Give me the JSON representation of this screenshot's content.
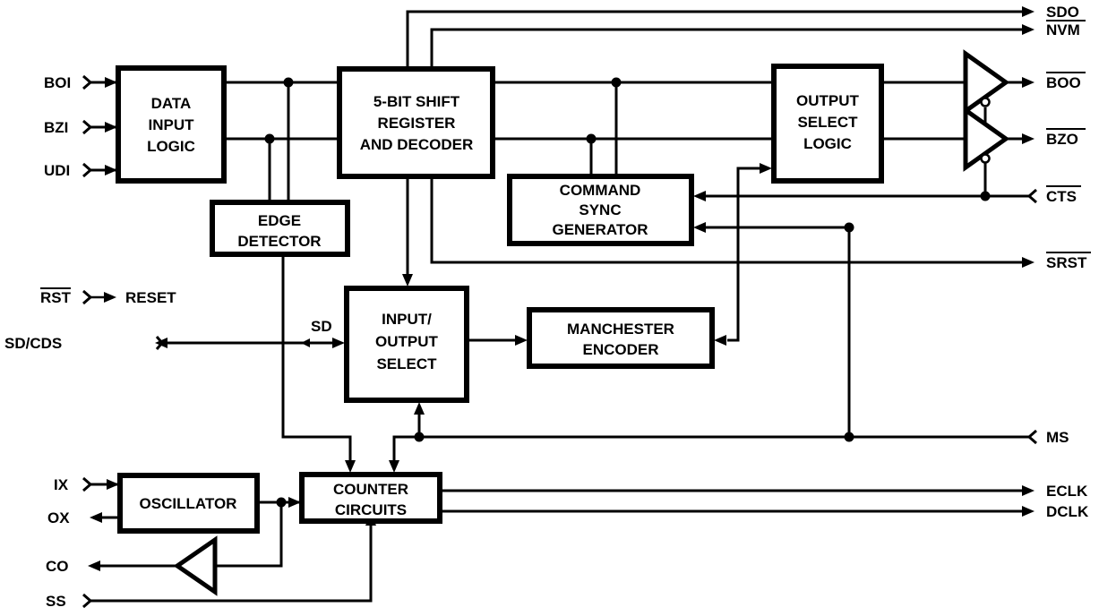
{
  "blocks": {
    "data_input_logic": [
      "DATA",
      "INPUT",
      "LOGIC"
    ],
    "shift_register": [
      "5-BIT SHIFT",
      "REGISTER",
      "AND DECODER"
    ],
    "output_select_logic": [
      "OUTPUT",
      "SELECT",
      "LOGIC"
    ],
    "command_sync": [
      "COMMAND",
      "SYNC",
      "GENERATOR"
    ],
    "edge_detector": [
      "EDGE",
      "DETECTOR"
    ],
    "io_select": [
      "INPUT/",
      "OUTPUT",
      "SELECT"
    ],
    "manchester_encoder": [
      "MANCHESTER",
      "ENCODER"
    ],
    "oscillator": [
      "OSCILLATOR"
    ],
    "counter_circuits": [
      "COUNTER",
      "CIRCUITS"
    ]
  },
  "pins": {
    "left": {
      "boi": "BOI",
      "bzi": "BZI",
      "udi": "UDI",
      "rst": "RST",
      "reset": "RESET",
      "sd_cds": "SD/CDS",
      "ix": "IX",
      "ox": "OX",
      "co": "CO",
      "ss": "SS"
    },
    "right": {
      "sdo": "SDO",
      "nvm": "NVM",
      "boo": "BOO",
      "bzo": "BZO",
      "cts": "CTS",
      "srst": "SRST",
      "ms": "MS",
      "eclk": "ECLK",
      "dclk": "DCLK"
    },
    "internal": {
      "sd": "SD"
    }
  },
  "overbar_pins": [
    "RST",
    "BOO",
    "BZO",
    "CTS",
    "SRST",
    "NVM"
  ]
}
